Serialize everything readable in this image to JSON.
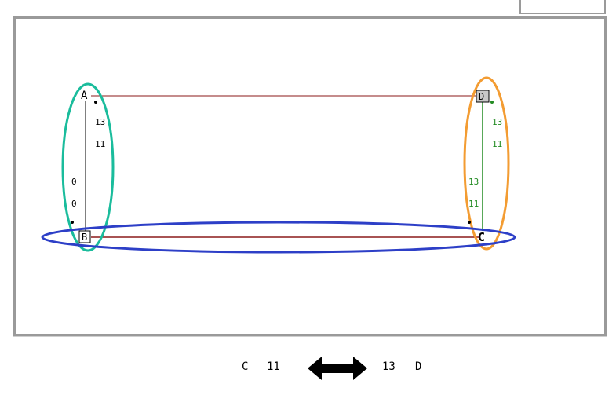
{
  "diagram": {
    "nodes": [
      {
        "id": "A",
        "label": "A"
      },
      {
        "id": "B",
        "label": "B"
      },
      {
        "id": "C",
        "label": "C"
      },
      {
        "id": "D",
        "label": "D"
      }
    ],
    "edge_labels": {
      "ab_right_1": "13",
      "ab_right_2": "11",
      "ab_left_1": "0",
      "ab_left_2": "0",
      "dc_right_1": "13",
      "dc_right_2": "11",
      "dc_left_1": "13",
      "dc_left_2": "11"
    },
    "colors": {
      "edge_ad": "#8b1a1a",
      "edge_bc": "#8b1a1a",
      "edge_ab": "#000000",
      "edge_dc": "#228b22",
      "ellipse_left": "#1abc9c",
      "ellipse_right": "#f39c32",
      "ellipse_bottom": "#2d3fc7"
    }
  },
  "transfer": {
    "from_node": "C",
    "from_value": "11",
    "to_value": "13",
    "to_node": "D",
    "arrow_icon": "double-arrow-icon"
  }
}
